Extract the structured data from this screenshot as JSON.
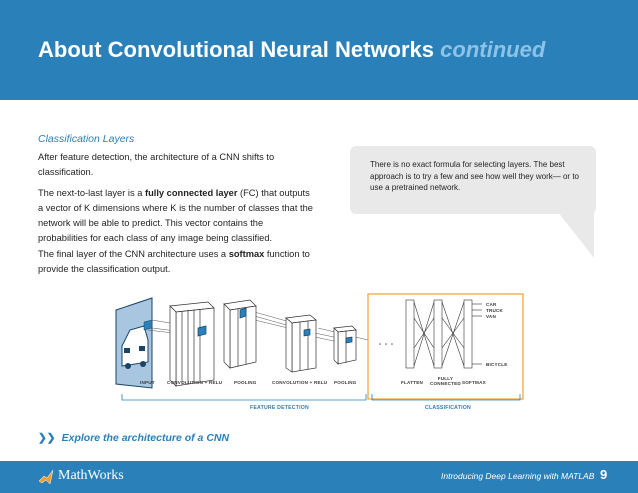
{
  "header": {
    "title": "About Convolutional Neural Networks",
    "title_suffix": "continued"
  },
  "section": {
    "title": "Classification Layers",
    "paragraph1": "After feature detection, the architecture of a CNN shifts to classification.",
    "p2_a": "The next-to-last layer is a ",
    "p2_b": "fully connected layer",
    "p2_c": " (FC) that outputs a vector of K dimensions where K is the number of classes that the network will be able to predict.  This vector contains the probabilities for each class of any image being classified.",
    "p3_a": "The final layer of the CNN architecture uses a ",
    "p3_b": "softmax",
    "p3_c": " function to provide the classification output."
  },
  "callout": {
    "text": "There is no exact formula for selecting layers. The best approach is to try a few and see how well they work— or to use a pretrained network."
  },
  "diagram": {
    "labels": {
      "input": "INPUT",
      "conv1": "CONVOLUTION + RELU",
      "pool1": "POOLING",
      "conv2": "CONVOLUTION + RELU",
      "pool2": "POOLING",
      "flatten": "FLATTEN",
      "fc_line1": "FULLY",
      "fc_line2": "CONNECTED",
      "softmax": "SOFTMAX",
      "feature_detection": "FEATURE DETECTION",
      "classification": "CLASSIFICATION"
    },
    "outputs": [
      "CAR",
      "TRUCK",
      "VAN",
      "BICYCLE"
    ],
    "accent_color": "#2a80b9",
    "highlight_color": "#f0a030"
  },
  "link": {
    "label": "Explore the architecture of a CNN",
    "icon": "double-chevron-right-icon"
  },
  "footer": {
    "logo_text": "MathWorks",
    "tagline": "Introducing Deep Learning with MATLAB",
    "page_number": "9"
  }
}
